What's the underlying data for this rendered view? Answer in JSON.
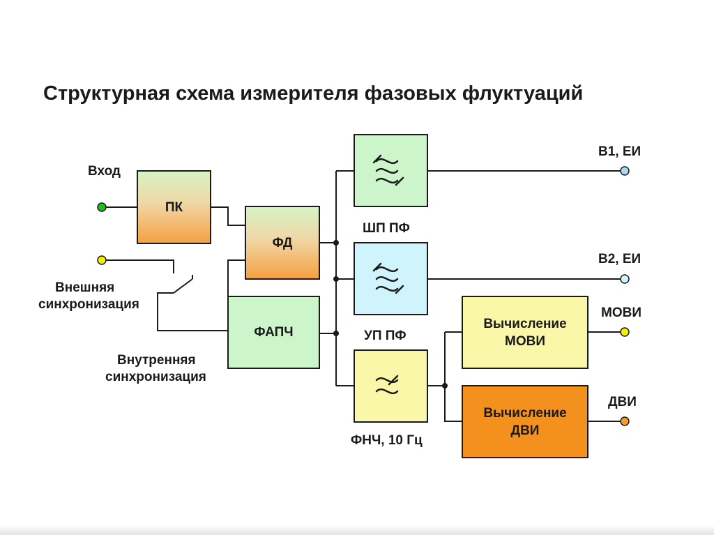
{
  "title": "Структурная схема измерителя фазовых флуктуаций",
  "inputs": {
    "input_label": "Вход",
    "ext_sync_line1": "Внешняя",
    "ext_sync_line2": "синхронизация",
    "int_sync_line1": "Внутренняя",
    "int_sync_line2": "синхронизация"
  },
  "blocks": {
    "pk": "ПК",
    "fd": "ФД",
    "fapch": "ФАПЧ",
    "shp_pf": "ШП ПФ",
    "up_pf": "УП ПФ",
    "fnch": "ФНЧ, 10 Гц",
    "movi_calc_line1": "Вычисление",
    "movi_calc_line2": "МОВИ",
    "dvi_calc_line1": "Вычисление",
    "dvi_calc_line2": "ДВИ"
  },
  "outputs": {
    "b1": "В1, ЕИ",
    "b2": "В2, ЕИ",
    "movi": "МОВИ",
    "dvi": "ДВИ"
  },
  "colors": {
    "green_terminal": "#22bb22",
    "yellow_terminal": "#f0f000",
    "blue_terminal": "#a9d8f2",
    "orange_terminal": "#f29b2e",
    "green_fill": "#ccf5cc",
    "cyan_fill": "#cff4fb",
    "yellow_fill": "#fbf7a8",
    "orange_fill": "#f4901e"
  }
}
